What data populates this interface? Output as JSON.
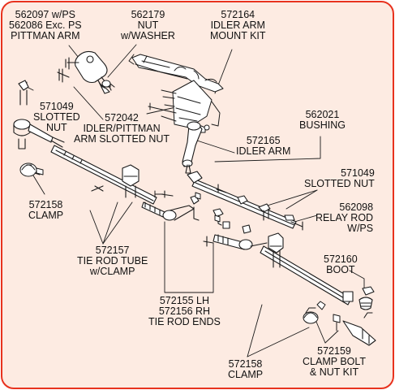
{
  "labels": {
    "l562097": [
      "562097  w/PS",
      "562086  Exc. PS",
      "PITTMAN ARM"
    ],
    "l562179": [
      "562179",
      "NUT",
      "w/WASHER"
    ],
    "l572164": [
      "572164",
      "IDLER ARM",
      "MOUNT KIT"
    ],
    "l571049a": [
      "571049",
      "SLOTTED",
      "NUT"
    ],
    "l572042": [
      "572042",
      "IDLER/PITTMAN",
      "ARM SLOTTED NUT"
    ],
    "l562021": [
      "562021",
      "BUSHING"
    ],
    "l572165": [
      "572165",
      "IDLER ARM"
    ],
    "l571049b": [
      "571049",
      "SLOTTED NUT"
    ],
    "l572158a": [
      "572158",
      "CLAMP"
    ],
    "l562098": [
      "562098",
      "RELAY ROD",
      "W/PS"
    ],
    "l572157": [
      "572157",
      "TIE ROD TUBE",
      "w/CLAMP"
    ],
    "l572160": [
      "572160",
      "BOOT"
    ],
    "l572155": [
      "572155  LH",
      "572156  RH",
      "TIE ROD ENDS"
    ],
    "l572158b": [
      "572158",
      "CLAMP"
    ],
    "l572159": [
      "572159",
      "CLAMP BOLT",
      "& NUT KIT"
    ]
  },
  "colors": {
    "background": "#fdebe2",
    "border": "#e8321e",
    "line": "#1a1a1a"
  }
}
